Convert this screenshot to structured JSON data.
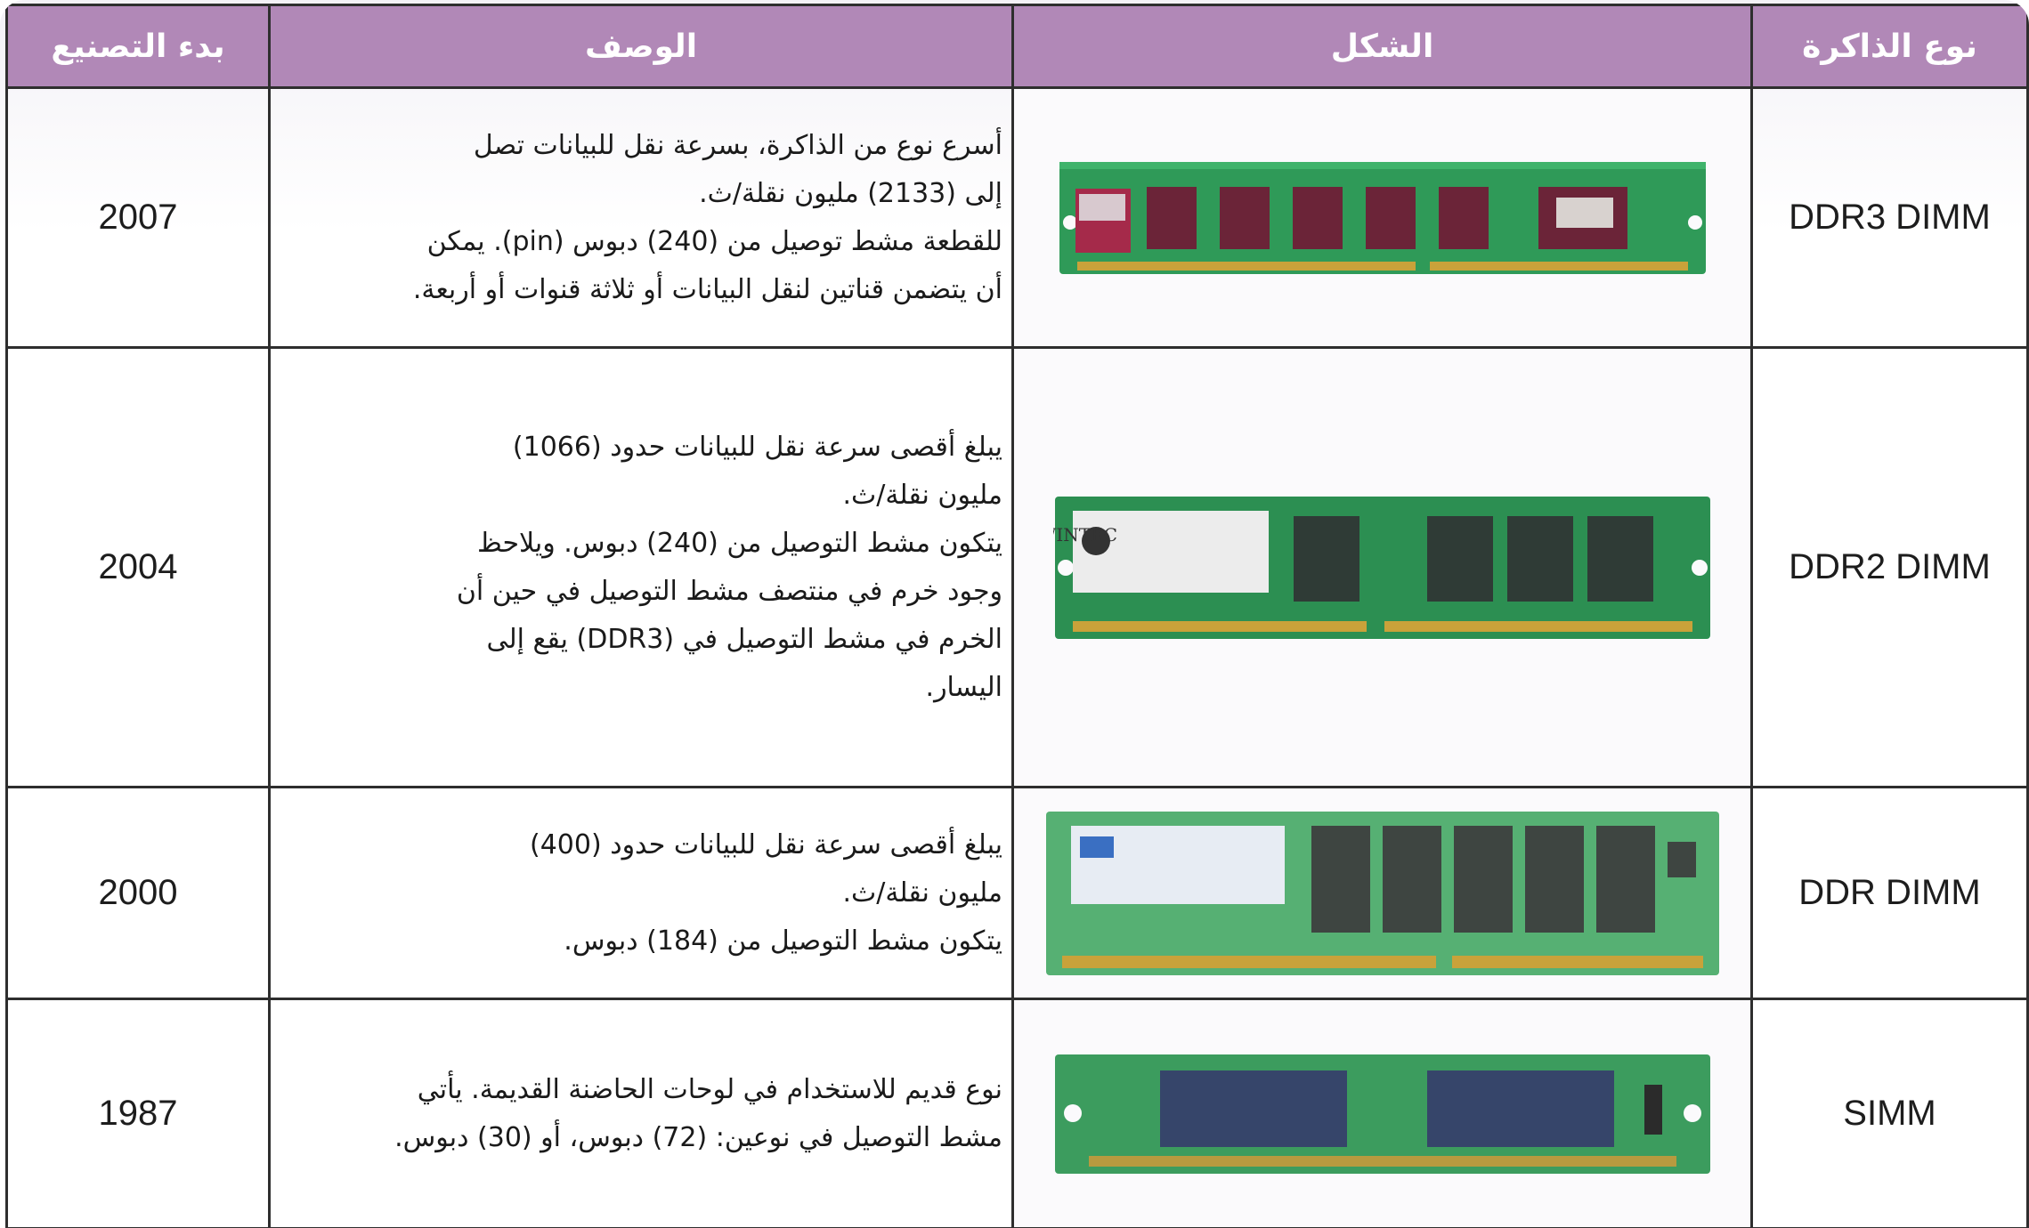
{
  "table": {
    "headers": {
      "memory_type": "نوع الذاكرة",
      "shape": "الشكل",
      "description": "الوصف",
      "manufacture_start": "بدء التصنيع"
    },
    "rows": [
      {
        "memory_type": "DDR3 DIMM",
        "description": [
          "أسرع نوع من الذاكرة، بسرعة نقل للبيانات تصل",
          "إلى (2133) مليون نقلة/ث.",
          "للقطعة مشط توصيل من (240) دبوس (pin). يمكن",
          "أن يتضمن قناتين لنقل البيانات أو ثلاثة قنوات أو أربعة."
        ],
        "year": "2007",
        "module_icon": "ddr3-dimm-module-icon",
        "module_color": "#2f9a58"
      },
      {
        "memory_type": "DDR2 DIMM",
        "description": [
          "يبلغ أقصى سرعة نقل للبيانات حدود (1066)",
          "مليون نقلة/ث.",
          "يتكون مشط التوصيل من (240) دبوس. ويلاحظ",
          "وجود خرم في منتصف مشط التوصيل في حين أن",
          "الخرم في مشط التوصيل في (DDR3) يقع إلى",
          "اليسار."
        ],
        "year": "2004",
        "module_icon": "ddr2-dimm-module-icon",
        "module_color": "#2c8f52",
        "label_text": "WINTEC"
      },
      {
        "memory_type": "DDR DIMM",
        "description": [
          "يبلغ أقصى سرعة نقل للبيانات حدود (400)",
          "مليون نقلة/ث.",
          "يتكون مشط التوصيل من (184) دبوس."
        ],
        "year": "2000",
        "module_icon": "ddr-dimm-module-icon",
        "module_color": "#56b073"
      },
      {
        "memory_type": "SIMM",
        "description": [
          "نوع قديم للاستخدام في لوحات الحاضنة القديمة. يأتي",
          "مشط التوصيل في نوعين: (72) دبوس، أو (30) دبوس."
        ],
        "year": "1987",
        "module_icon": "simm-module-icon",
        "module_color": "#3c9c5e"
      }
    ]
  },
  "colors": {
    "header_background": "#b188b7",
    "header_text": "#ffffff",
    "border": "#2e2e2e",
    "gold_contacts": "#c9a23a"
  }
}
